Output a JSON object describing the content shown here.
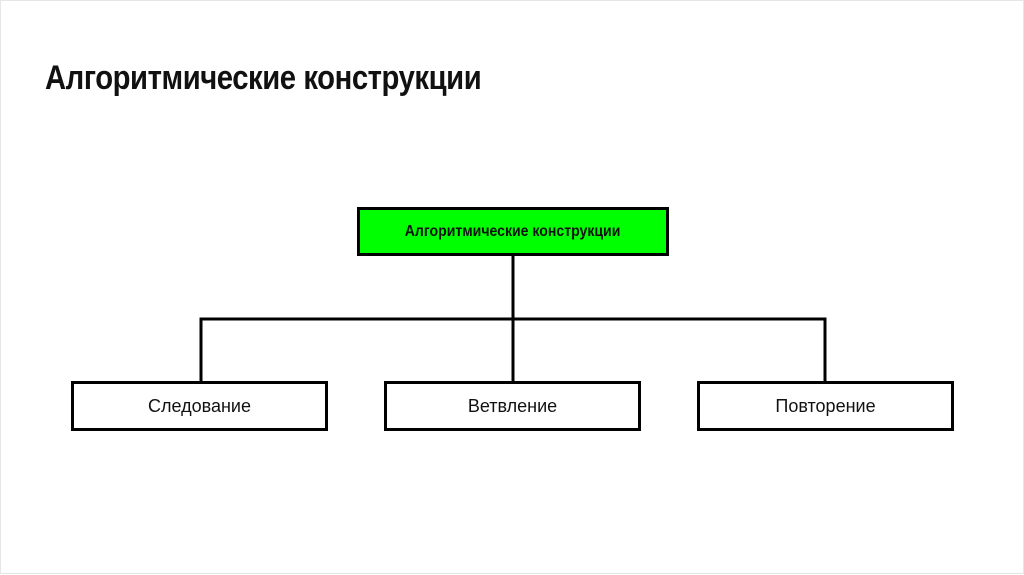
{
  "slide": {
    "title": "Алгоритмические конструкции"
  },
  "diagram": {
    "root": {
      "label": "Алгоритмические конструкции",
      "fill_color": "#00ff00"
    },
    "children": [
      {
        "label": "Следование"
      },
      {
        "label": "Ветвление"
      },
      {
        "label": "Повторение"
      }
    ]
  }
}
